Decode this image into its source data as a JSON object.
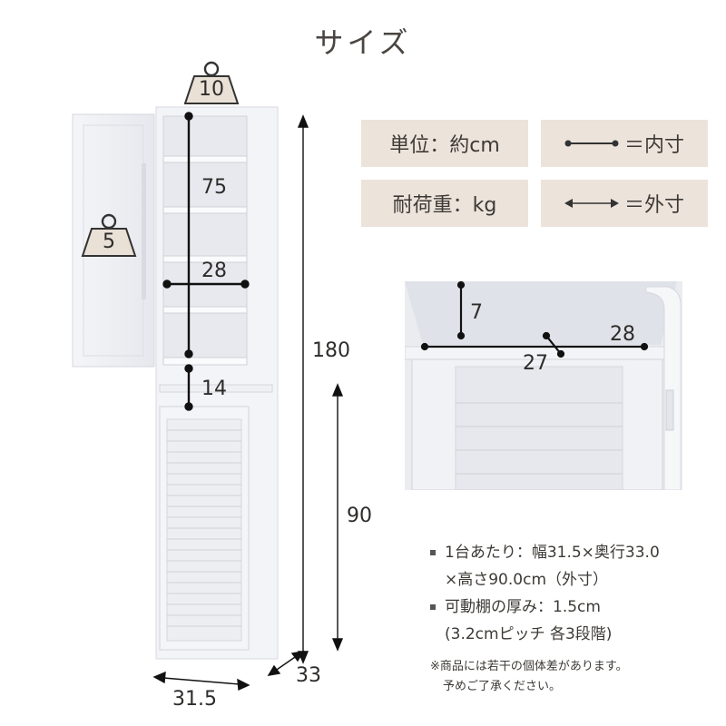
{
  "title": "サイズ",
  "legend": {
    "unit_label": "単位：約cm",
    "load_label": "耐荷重：kg",
    "inner_label": "＝内寸",
    "outer_label": "＝外寸"
  },
  "weights": {
    "top": "10",
    "door": "5"
  },
  "dimensions": {
    "inner_height_upper": "75",
    "inner_width": "28",
    "inner_height_lower": "14",
    "total_height": "180",
    "lower_height": "90",
    "depth": "33",
    "width": "31.5"
  },
  "detail": {
    "top_lip": "7",
    "top_inner_width": "28",
    "top_inner_depth": "27"
  },
  "specs": [
    {
      "text": "1台あたり：幅31.5×奥行33.0"
    },
    {
      "text": "×高さ90.0cm（外寸）"
    },
    {
      "text": "可動棚の厚み：1.5cm"
    },
    {
      "text": "(3.2cmピッチ 各3段階)"
    }
  ],
  "notes": [
    "※商品には若干の個体差があります。",
    "予めご了承ください。"
  ]
}
